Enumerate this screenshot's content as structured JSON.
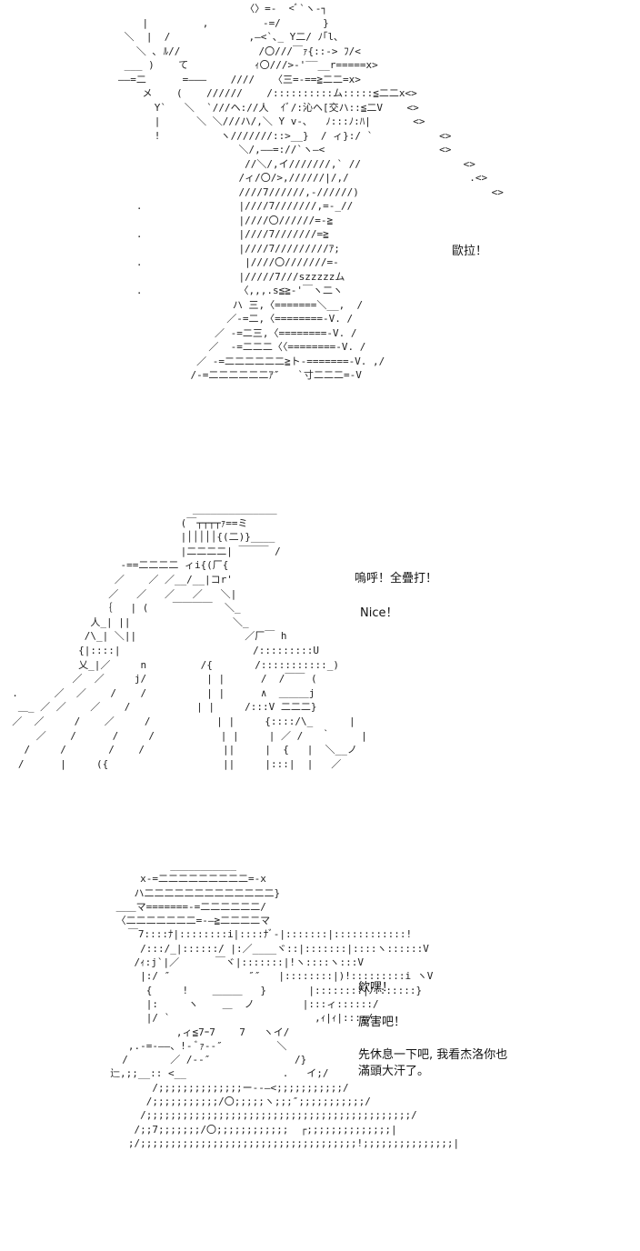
{
  "panels": [
    {
      "art": "                     〈〉=-  <ﾞ`ヽ-┐\n    |         ,         -=/       }\n ＼  |  /             ,—<`､_ Y二/ ﾉ｢l､\n   ＼ ､ ﾙ//             /〇///￣ｧ{::-> ﾌ/<\n ___ )    て           ｨ〇///>‐'‾‾__r=====x>\n——=二      =———    ////   〈三=-==≧二二=x>\n    メ    (    //////    /::::::::::ム:::::≦二二x<>\n      Y`   ＼  `///ヘ://人  ｲﾞ/:沁ヘ[交ハ::≦二V    <>\n      |      ＼ ＼///ハ/,＼ Y v-､   ﾉ:::ﾉ:ﾊ|       <>\n      !          ヽ///////::>__}  / ィ}:/ `           <>\n                    ＼/,——=://`ヽ—<                   <>\n                     //＼/,イ///////,` //                 <>\n                    /ィ/〇/>,//////|/,/                    .<>\n                    ////7//////,-//////)                      <>\n   .                |////7///////,=-_//\n                    |////〇//////=-≧\n   .                |////7///////=≧\n                    |////7/////////ｱ;\n   .                 |////〇///////=-\n                    |/////7///szzzzzム\n   .                〈,,,.s≦≧‐'￣ヽ二ヽ\n                   ハ 三,〈=======＼__,  /\n                  ／-=二,〈========-V. /\n                ／ -=二三,〈========-V. /\n               ／  -=二二二〈〈========-V. /\n             ／ -=二二二二二二≧ト-=======-V. ,/\n            /-=二二二二二二ｱ″   `寸二二二=-V",
      "caption_lines": [
        "歐拉！"
      ]
    },
    {
      "art": "                                ______________\n                              (￣┬┬┬┬ｧ==ミ\n                              |│││││{(二)}____\n                              |二二二二| ￣￣￣ /\n                    ‐==二二二二 ィi{(厂{\n                   ／    ／ ／__/__|コr'\n                  ／   ／   ／   ／   ＼|\n                 ｛   | (    ￣￣￣￣  ＼_\n               人_| ||                 ＼_\n              /\\_| ＼||                  ／厂￣ h\n             {|::::|                      /:::::::::U\n             乂_|／     n         /{       /:::::::::::_)\n            ／  ／     j/          | |      /  /￣￣ (\n  .      ／  ／    /    /          | |      ∧  ＿＿＿j\n   ＿_ ／ ／    ／    /           | |     /:::V 二二二}\n  ／  ／     /    ／     /           | |     {::::/\\_      |\n      ／    /      /     /           | |     | ／ /   ｀     |\n    /     /       /    /             ||     |  {   |  ＼__ノ\n   /      |     ({                   ||     |:::|  |   ／",
      "caption_lines": [
        "嗚呼！全疊打！",
        "Nice！"
      ]
    },
    {
      "art": "                  ___________\n             x-=二二二二二二二二二=-x\n            ハ二二二二二二二二二二二二二}\n         ＿＿マ=======-=二二二二二二/\n         〈二二二二二二二=-—≧二二二二マ\n           ￣7::::ﾅ|::::::::i|::::ﾅﾞ-|:::::::|::::::::::::!\n             /:::/_|::::::/ |:／____ヾ::|:::::::|::::ヽ::::::V\n            /ｨ:j`|／      ￣ヾ|:::::::|!ヽ::::ヽ:::V\n             |:/ ″             ″″   |::::::::|)!:::::::::i ヽV\n              {     !    ＿＿＿   }       |::::::::|ﾉ:::::::}\n              |:     ヽ    ＿  ノ        |:::ィ::::::/\n              |/ `                        ,ｨ|ｨ|::::/\n                   ,ィ≦7ｰ7    7   ヽイ/\n           ,.-=-——、!‐ ﾞｧ-‐″         ＼\n          /       ／ /-‐″              /}\n        辷,;;__:: <__                .   イ;/\n               /;;;;;;;;;;;;;;ー‐-—<;;;;;;;;;;;/\n              /;;;;;;;;;;;/〇;;;;;ヽ;;;″;;;;;;;;;;;/\n             /;;;;;;;;;;;;;;;;;;;;;;;;;;;;;;;;;;;;;;;;;;;;/\n            /;;7;;;;;;;/〇;;;;;;;;;;;;  ┌;;;;;;;;;;;;;;|\n           ;/;;;;;;;;;;;;;;;;;;;;;;;;;;;;;;;;;;;;!;;;;;;;;;;;;;;;|",
      "caption_lines": [
        "欸嘿！",
        "厲害吧！",
        "先休息一下吧, 我看杰洛你也\n滿頭大汗了。"
      ]
    }
  ]
}
